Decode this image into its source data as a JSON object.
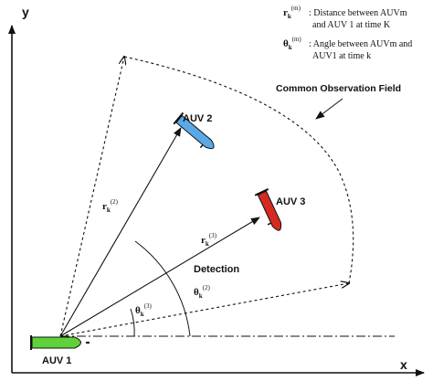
{
  "axes": {
    "y_label": "y",
    "x_label": "x"
  },
  "legend": {
    "items": [
      {
        "symbol": "r",
        "sub": "k",
        "sup": "(m)",
        "text_lines": [
          ": Distance between AUVm",
          "and AUV 1 at time K"
        ]
      },
      {
        "symbol": "θ",
        "sub": "k",
        "sup": "(m)",
        "text_lines": [
          ": Angle between AUVm and",
          "AUV1 at time k"
        ]
      }
    ]
  },
  "field_label": "Common Observation Field",
  "detection_label": "Detection",
  "vehicles": [
    {
      "label": "AUV 1",
      "color": "#5fd13a"
    },
    {
      "label": "AUV 2",
      "color": "#5aa9e6"
    },
    {
      "label": "AUV 3",
      "color": "#d42a22"
    }
  ],
  "vectors": [
    {
      "symbol": "r",
      "sub": "k",
      "sup": "(2)"
    },
    {
      "symbol": "r",
      "sub": "k",
      "sup": "(3)"
    }
  ],
  "angles": [
    {
      "symbol": "θ",
      "sub": "k",
      "sup": "(3)"
    },
    {
      "symbol": "θ",
      "sub": "k",
      "sup": "(2)"
    }
  ]
}
